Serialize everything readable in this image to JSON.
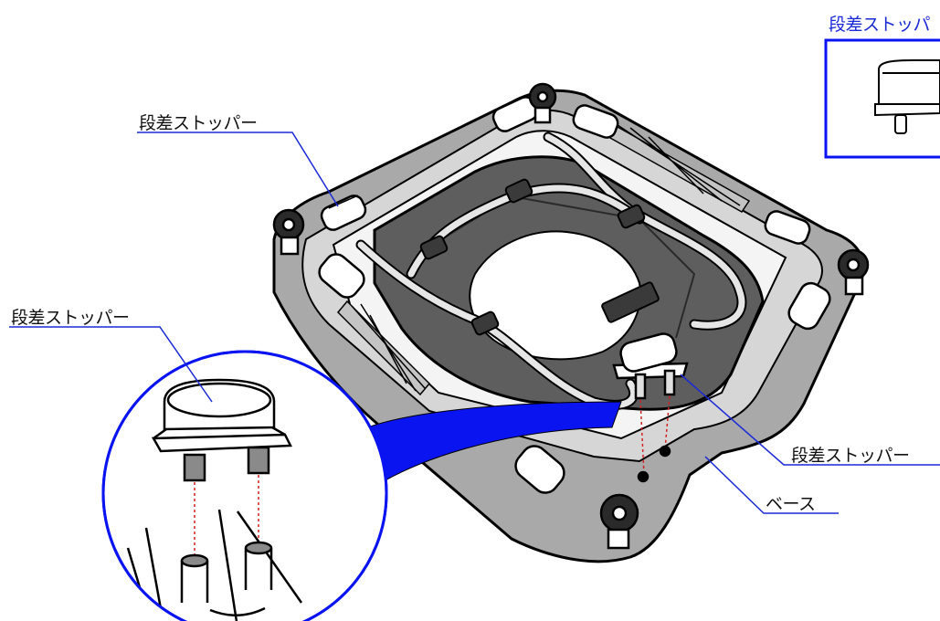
{
  "labels": {
    "stopper_top_left": "段差ストッパー",
    "stopper_left": "段差ストッパー",
    "stopper_right": "段差ストッパー",
    "base": "ベース",
    "inset_title": "段差ストッパ"
  },
  "colors": {
    "leader_line": "#1a2ad6",
    "callout_fill": "#0a14f0",
    "base_fill": "#a9a9a9",
    "seat_fill": "#5e5e5e",
    "dashed_guide": "#d42020"
  }
}
